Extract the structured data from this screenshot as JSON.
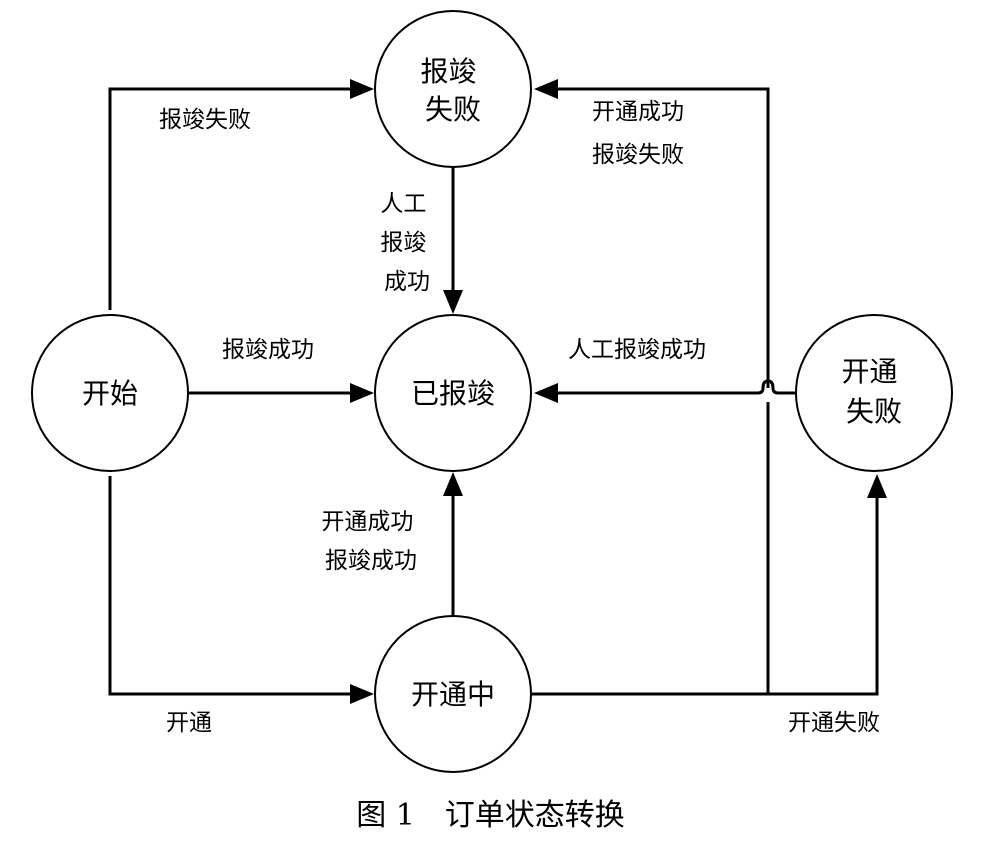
{
  "nodes": {
    "report_failed": [
      "报竣",
      "失败"
    ],
    "start": [
      "开始"
    ],
    "reported": [
      "已报竣"
    ],
    "open_failed": [
      "开通",
      "失败"
    ],
    "opening": [
      "开通中"
    ]
  },
  "edges": {
    "start_to_report_failed": [
      "报竣失败"
    ],
    "open_success_report_failed": [
      "开通成功",
      "报竣失败"
    ],
    "manual_report_success_vertical": [
      "人工",
      "报竣",
      "成功"
    ],
    "start_to_reported": [
      "报竣成功"
    ],
    "manual_report_success": [
      "人工报竣成功"
    ],
    "open_success_report_success": [
      "开通成功",
      "报竣成功"
    ],
    "start_to_opening": [
      "开通"
    ],
    "opening_to_open_failed": [
      "开通失败"
    ]
  },
  "caption": "图 1　订单状态转换"
}
